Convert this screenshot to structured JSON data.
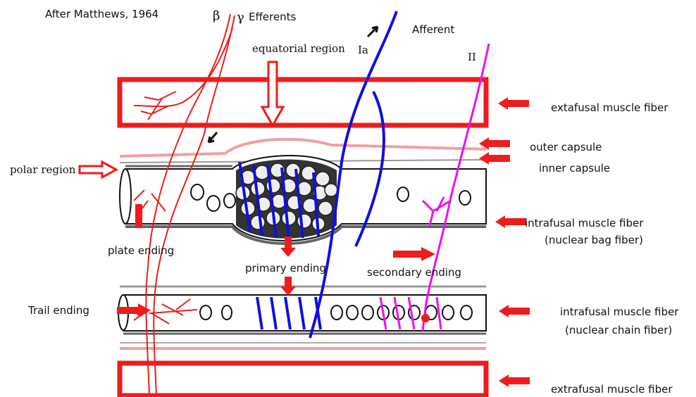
{
  "credit": "After Matthews, 1964",
  "efferents": {
    "beta": "β",
    "gamma": "γ",
    "label": "Efferents"
  },
  "afferent": {
    "label": "Afferent",
    "Ia": "Ia",
    "II": "II"
  },
  "labels": {
    "equatorial_region": "equatorial region",
    "extrafusal_top": "extafusal muscle fiber",
    "outer_capsule": "outer capsule",
    "inner_capsule": "inner capsule",
    "polar_region": "polar region",
    "bag_fiber_1": "intrafusal muscle fiber",
    "bag_fiber_2": "(nuclear bag fiber)",
    "plate_ending": "plate ending",
    "primary_ending": "primary ending",
    "secondary_ending": "secondary ending",
    "trail_ending": "Trail ending",
    "chain_fiber_1": "intrafusal muscle fiber",
    "chain_fiber_2": "(nuclear chain fiber)",
    "extrafusal_bottom": "extrafusal muscle fiber"
  },
  "colors": {
    "red": "#ee1c1c",
    "blue": "#1010dd",
    "magenta": "#ee10ee",
    "pink": "#f0a0a0",
    "gray": "#888888"
  }
}
